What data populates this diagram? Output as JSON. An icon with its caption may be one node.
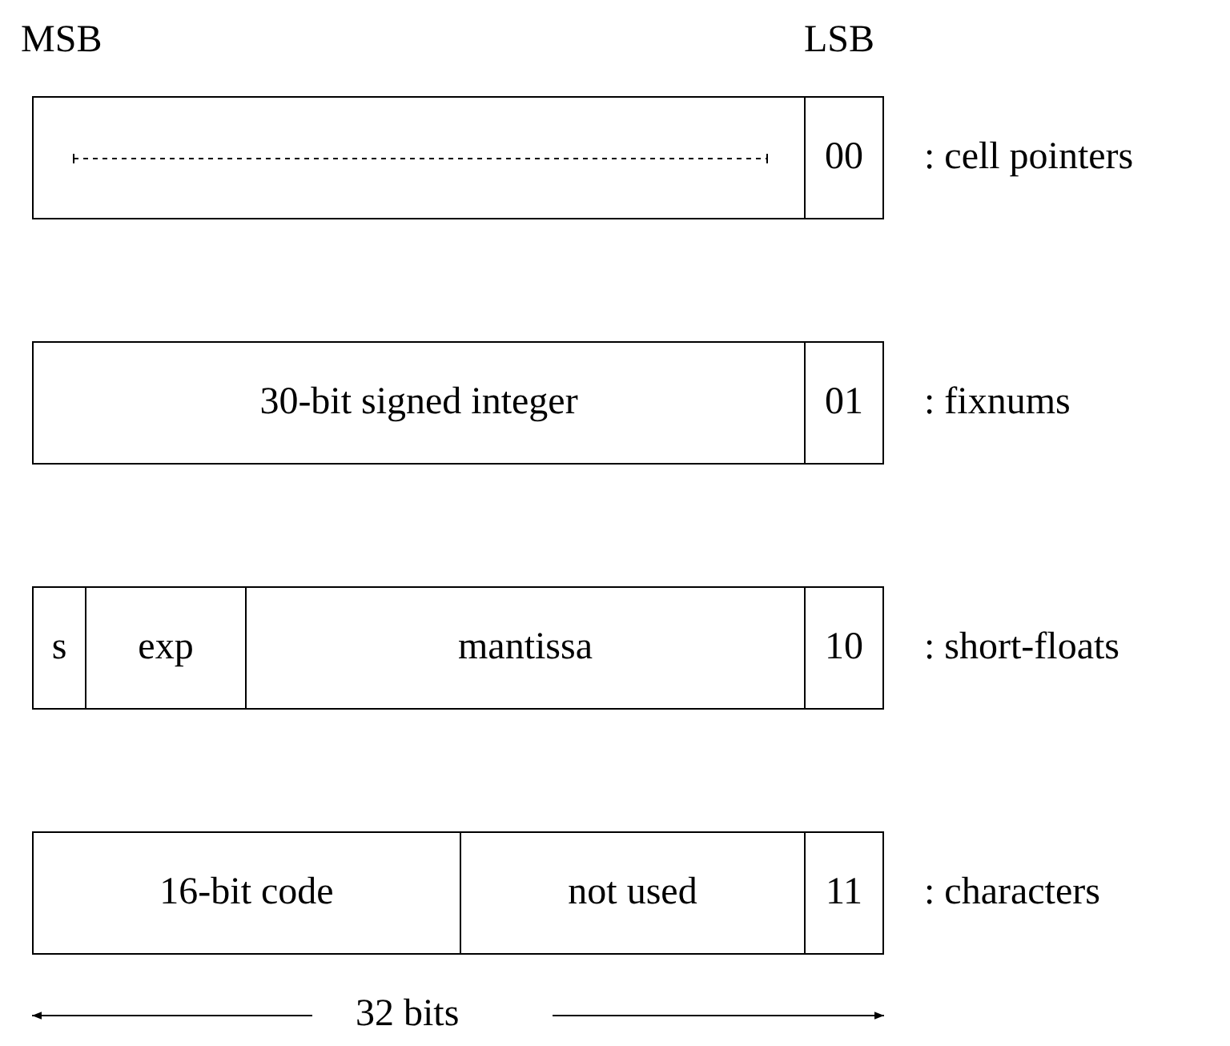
{
  "diagram": {
    "nodes": [
      {
        "text": [],
        "shape": "box"
      },
      {
        "text": [
          "00"
        ]
      },
      {
        "text": [
          "30-bit signed integer"
        ]
      },
      {
        "text": [
          "01"
        ]
      },
      {
        "text": [
          "s"
        ]
      },
      {
        "text": [
          "exp"
        ]
      },
      {
        "text": [
          "mantissa"
        ]
      },
      {
        "text": [
          "10"
        ]
      },
      {
        "text": [
          "16-bit code"
        ]
      },
      {
        "text": [
          "not used"
        ]
      },
      {
        "text": [
          "11"
        ]
      }
    ],
    "edges": [],
    "labels": [
      "MSB",
      "LSB",
      ": cell pointers",
      ": fixnums",
      ": short-floats",
      ": characters",
      "32 bits"
    ]
  }
}
